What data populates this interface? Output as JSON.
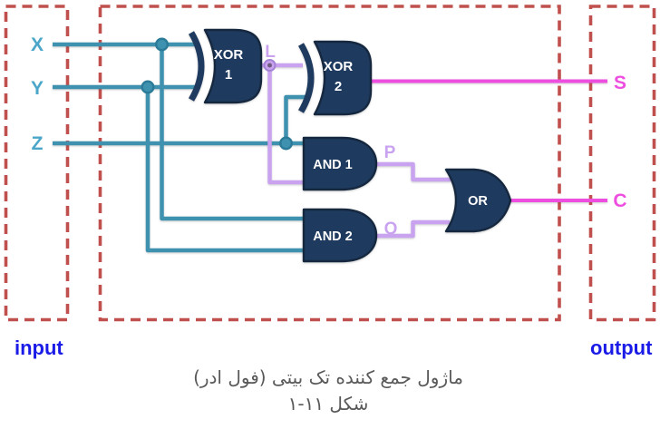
{
  "signals": {
    "inputs": [
      {
        "name": "X"
      },
      {
        "name": "Y"
      },
      {
        "name": "Z"
      }
    ],
    "outputs": [
      {
        "name": "S"
      },
      {
        "name": "C"
      }
    ],
    "internal": [
      {
        "name": "L"
      },
      {
        "name": "P"
      },
      {
        "name": "Q"
      }
    ]
  },
  "gates": {
    "xor1": {
      "line1": "XOR",
      "line2": "1"
    },
    "xor2": {
      "line1": "XOR",
      "line2": "2"
    },
    "and1": {
      "label": "AND 1"
    },
    "and2": {
      "label": "AND 2"
    },
    "or": {
      "label": "OR"
    }
  },
  "section_labels": {
    "input": "input",
    "output": "output"
  },
  "caption": {
    "line1": "ماژول جمع کننده تک بیتی (فول ادر)",
    "line2": "شکل ۱۱-۱"
  },
  "theme": {
    "gate_navy": "#1F3A5F",
    "gate_outline": "#15283F",
    "wire_teal": "#3E92B0",
    "teal_dark": "#2B7B98",
    "signal_teal": "#4BA6C9",
    "wire_purple": "#C9A3F0",
    "purple_dark": "#A583D6",
    "purple_dot_center": "#6F5C7E",
    "wire_pink": "#EE4EE0",
    "dashed_red": "#C0504D",
    "io_blue": "#1B1BE8",
    "caption_gray": "#595959"
  }
}
